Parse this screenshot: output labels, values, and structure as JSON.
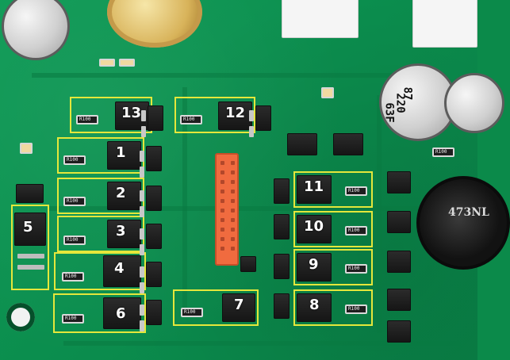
{
  "boxes": [
    {
      "label": "13"
    },
    {
      "label": "12"
    },
    {
      "label": "1"
    },
    {
      "label": "2"
    },
    {
      "label": "3"
    },
    {
      "label": "4"
    },
    {
      "label": "5"
    },
    {
      "label": "6"
    },
    {
      "label": "7"
    },
    {
      "label": "8"
    },
    {
      "label": "9"
    },
    {
      "label": "10"
    },
    {
      "label": "11"
    }
  ],
  "silk": {
    "resistor_code": "R100",
    "inductor_code": "473NL",
    "cap_top": "87",
    "cap_mid": "220",
    "cap_bottom": "63F"
  }
}
